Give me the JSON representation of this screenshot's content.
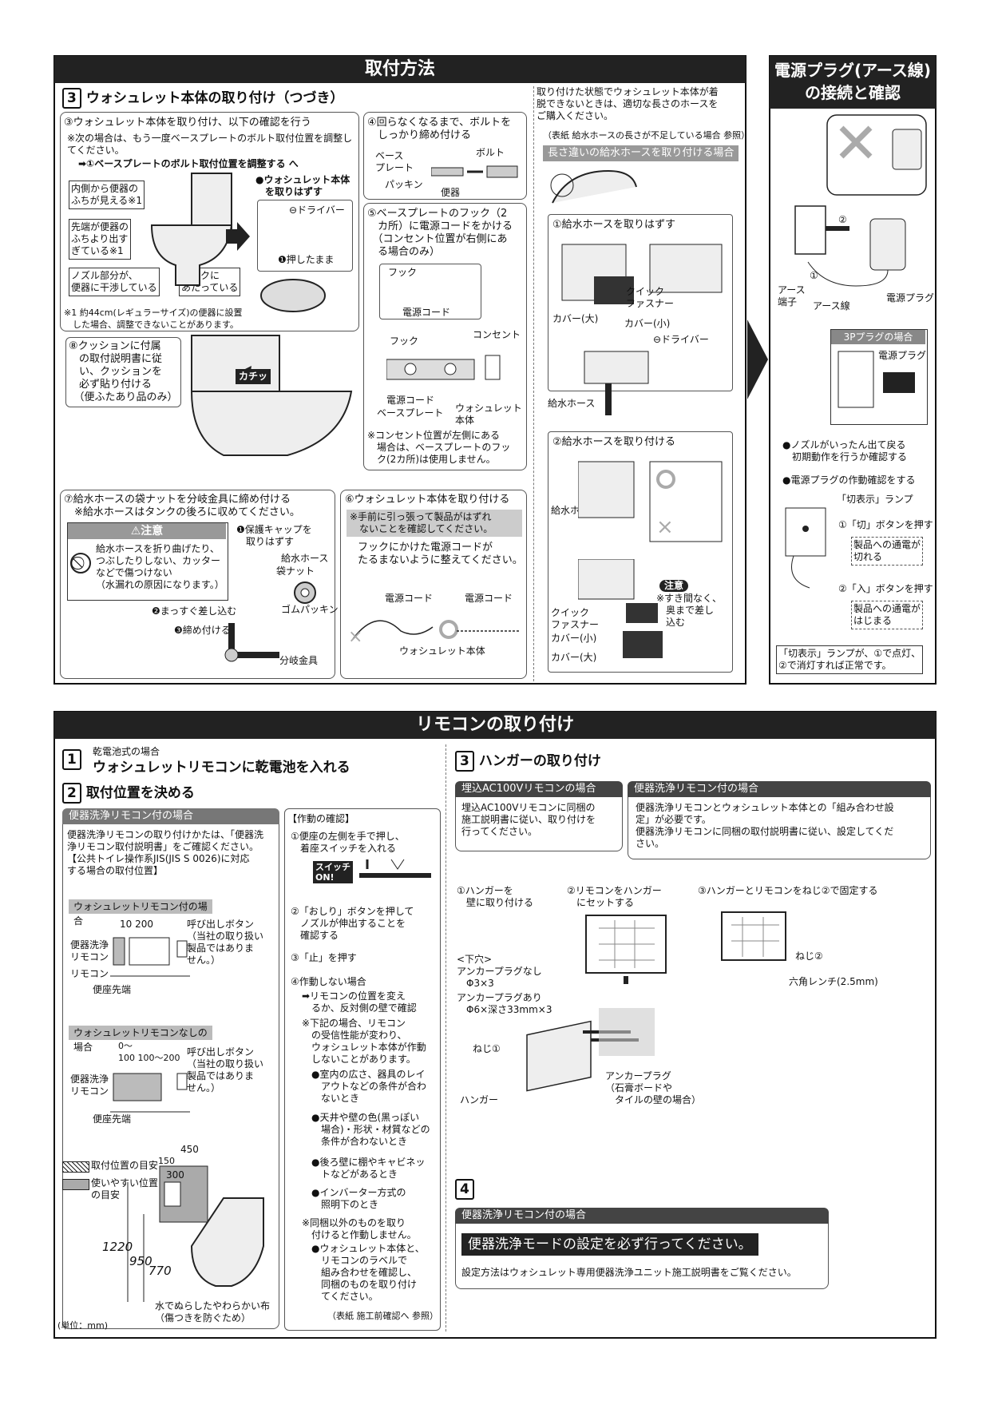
{
  "top": {
    "title": "取付方法",
    "section3_heading": "ウォシュレット本体の取り付け（つづき）",
    "section3_num": "3",
    "s3": "③ウォシュレット本体を取り付け、以下の確認を行う",
    "s3_note": "※次の場合は、もう一度ベースプレートのボルト取付位置を調整してください。",
    "s3_arrow": "➡①ベースプレートのボルト取付位置を調整する へ",
    "c1": "内側から便器の\nふちが見える※1",
    "c2": "先端が便器の\nふちより出す\nぎている※1",
    "c3": "ノズル部分が、\n便器に干渉している",
    "c4": "タンクに\nあたっている",
    "s3_remove": "●ウォシュレット本体\n　を取りはずす",
    "driver": "⊖ドライバー",
    "push": "❶押したまま",
    "note1": "※1 約44cm(レギュラーサイズ)の便器に設置\n　した場合、調整できないことがあります。",
    "s4": "④回らなくなるまで、ボルトを\n　しっかり締め付ける",
    "base": "ベース\nプレート",
    "bolt": "ボルト",
    "packing": "パッキン",
    "benki": "便器",
    "s5": "⑤ベースプレートのフック（2\n　カ所）に電源コードをかける\n　（コンセント位置が右側にあ\n　る場合のみ）",
    "hook": "フック",
    "cord": "電源コード",
    "outlet": "コンセント",
    "washlet_body": "ウォシュレット\n本体",
    "s5_note": "※コンセント位置が左側にある\n　場合は、ベースプレートのフッ\n　ク(2カ所)は使用しません。",
    "s8": "⑧クッションに付属\n　の取付説明書に従\n　い、クッションを\n　必ず貼り付ける\n　（便ふたあり品のみ）",
    "kachi": "カチッ",
    "s7": "⑦給水ホースの袋ナットを分岐金具に締め付ける\n　※給水ホースはタンクの後ろに収めてください。",
    "caution": "⚠注意",
    "caution_text": "給水ホースを折り曲げたり、\nつぶしたりしない、カッター\nなどで傷つけない\n（水漏れの原因になります。）",
    "cap": "❶保護キャップを\n　取りはずす",
    "hose": "給水ホース",
    "nut": "袋ナット",
    "gum": "ゴムパッキン",
    "straight": "❷まっすぐ差し込む",
    "tighten": "❸締め付ける",
    "bunki": "分岐金具",
    "s6": "⑥ウォシュレット本体を取り付ける",
    "s6_note": "※手前に引っ張って製品がはずれ\n　ないことを確認してください。",
    "s6_text": "フックにかけた電源コードが\nたるまないように整えてください。",
    "cord2": "電源コード",
    "cord3": "電源コード",
    "washlet2": "ウォシュレット本体",
    "right_intro": "取り付けた状態でウォシュレット本体が着\n脱できないときは、適切な長さのホースを\nご購入ください。",
    "right_ref": "（表紙 給水ホースの長さが不足している場合 参照）",
    "right_bar": "長さ違いの給水ホースを取り付ける場合",
    "r1": "①給水ホースを取りはずす",
    "cover_l": "カバー(大)",
    "quick": "クイック\nファスナー",
    "cover_s": "カバー(小)",
    "driver2": "⊖ドライバー",
    "hose2": "給水ホース",
    "r2": "②給水ホースを取り付ける",
    "hose3": "給水ホース",
    "chui": "注意",
    "chui_text": "※すき間なく、\n　奥まで差し\n　込む",
    "quick2": "クイック\nファスナー",
    "cover_s2": "カバー(小)",
    "cover_l2": "カバー(大)"
  },
  "power": {
    "title": "電源プラグ(アース線)\nの接続と確認",
    "earth_term": "アース\n端子",
    "earth_wire": "アース線",
    "plug": "電源プラグ",
    "plug3p": "3Pプラグの場合",
    "plug2": "電源プラグ",
    "chk1": "●ノズルがいったん出て戻る\n　初期動作を行うか確認する",
    "chk2": "●電源プラグの作動確認をする",
    "lamp": "「切表示」ランプ",
    "off_btn": "①「切」ボタンを押す",
    "off_res": "製品への通電が\n切れる",
    "on_btn": "②「入」ボタンを押す",
    "on_res": "製品への通電が\nはじまる",
    "final": "「切表示」ランプが、①で点灯、\n②で消灯すれば正常です。"
  },
  "remote": {
    "title": "リモコンの取り付け",
    "s1_small": "乾電池式の場合",
    "s1": "ウォシュレットリモコンに乾電池を入れる",
    "s2": "取付位置を決める",
    "s2_bar": "便器洗浄リモコン付の場合",
    "s2_text": "便器洗浄リモコンの取り付けかたは、「便器洗\n浄リモコン取付説明書」をご確認ください。\n【公共トイレ操作系JIS(JIS S 0026)に対応\nする場合の取付位置】",
    "with_remote": "ウォシュレットリモコン付の場合",
    "dims1": "10   200",
    "call_btn": "呼び出しボタン\n（当社の取り扱い\n製品ではありま\nせん。）",
    "benki_remote": "便器洗浄\nリモコン",
    "remote_lbl": "リモコン",
    "seat_edge": "便座先端",
    "without_remote": "ウォシュレットリモコンなしの場合",
    "dims2": "0～\n100 100～200",
    "call_btn2": "呼び出しボタン\n（当社の取り扱い\n製品ではありま\nせん。）",
    "benki_remote2": "便器洗浄\nリモコン",
    "seat_edge2": "便座先端",
    "leg1": "取付位置の目安",
    "leg2": "使いやすい位置\nの目安",
    "d150": "150",
    "d450": "450",
    "d300": "300",
    "d1220": "1220",
    "d950": "950",
    "d770": "770",
    "cloth": "水でぬらしたやわらかい布\n（傷つきを防ぐため）",
    "unit": "(単位：mm)",
    "op_title": "【作動の確認】",
    "op1": "①便座の左側を手で押し、\n　着座スイッチを入れる",
    "switch": "スイッチ\nON!",
    "op2": "②「おしり」ボタンを押して\n　ノズルが伸出することを\n　確認する",
    "op3": "③「止」を押す",
    "op4": "④作動しない場合",
    "op4a": "➡リモコンの位置を変え\n　るか、反対側の壁で確認",
    "op_note": "※下記の場合、リモコン\n　の受信性能が変わり、\n　ウォシュレット本体が作動\n　しないことがあります。",
    "b1": "●室内の広さ、器具のレイ\n　アウトなどの条件が合わ\n　ないとき",
    "b2": "●天井や壁の色(黒っぽい\n　場合)・形状・材質などの\n　条件が合わないとき",
    "b3": "●後ろ壁に棚やキャビネッ\n　トなどがあるとき",
    "b4": "●インバーター方式の\n　照明下のとき",
    "op_note2": "※同梱以外のものを取り\n　付けると作動しません。",
    "b5": "●ウォシュレット本体と、\n　リモコンのラベルで\n　組み合わせを確認し、\n　同梱のものを取り付け\n　てください。",
    "op_ref": "（表紙 施工前確認へ 参照）",
    "s3": "ハンガーの取り付け",
    "ac_bar": "埋込AC100Vリモコンの場合",
    "ac_text": "埋込AC100Vリモコンに同梱の\n施工説明書に従い、取り付けを\n行ってください。",
    "bk_bar": "便器洗浄リモコン付の場合",
    "bk_text": "便器洗浄リモコンとウォシュレット本体との「組み合わせ設\n定」が必要です。\n便器洗浄リモコンに同梱の取付説明書に従い、設定してくだ\nさい。",
    "h1": "①ハンガーを\n　壁に取り付ける",
    "h2": "②リモコンをハンガー\n　にセットする",
    "h3": "③ハンガーとリモコンをねじ②で固定する",
    "shita": "<下穴>\nアンカープラグなし\n　Φ3×3",
    "shita2": "アンカープラグあり\n　Φ6×深さ33mm×3",
    "neji1": "ねじ①",
    "hanger": "ハンガー",
    "anchor": "アンカープラグ\n（石膏ボードや\n　タイルの壁の場合）",
    "neji2": "ねじ②",
    "wrench": "六角レンチ(2.5mm)",
    "s4_bar": "便器洗浄リモコン付の場合",
    "s4_main": "便器洗浄モードの設定を必ず行ってください。",
    "s4_text": "設定方法はウォシュレット専用便器洗浄ユニット施工説明書をご覧ください。"
  }
}
